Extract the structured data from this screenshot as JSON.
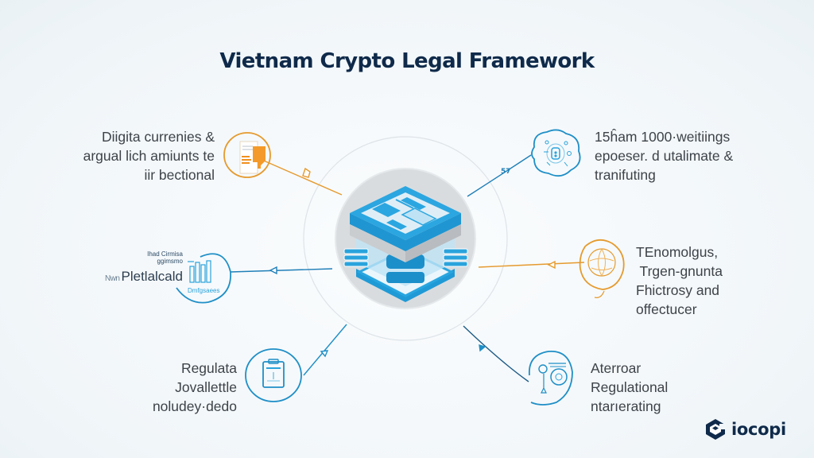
{
  "title": "Vietnam Crypto Legal Framework",
  "colors": {
    "title": "#0f2a4a",
    "blue_accent": "#1f8fc7",
    "orange_accent": "#e59a2e",
    "center_disc": "#d9dcdf",
    "text": "#3d4349"
  },
  "center": {
    "icon": "layered-document-stack-icon"
  },
  "nodes": [
    {
      "id": "top-left",
      "icon": "document-chart-icon",
      "color": "orange",
      "lines": [
        "Diigita currenies &",
        "argual lich amiunts te",
        "iir bectional"
      ]
    },
    {
      "id": "top-right",
      "icon": "lock-network-icon",
      "color": "blue",
      "connector_label": "57",
      "lines": [
        "15ĥam 1000·weitiings",
        "epoeser. d utalimate &",
        "tranifuting"
      ]
    },
    {
      "id": "mid-left",
      "icon": "bar-chart-icon",
      "color": "blue",
      "mini_lines": [
        "Ihad Cirmisa",
        "ggimsmo"
      ],
      "prefix": "Nwn",
      "main": "Pletlalcald",
      "icon_caption": "Dmfgsaees"
    },
    {
      "id": "mid-right",
      "icon": "globe-icon",
      "color": "orange",
      "lines": [
        "TEnomolgus,",
        " Trgen-gnunta",
        "Fhictrosy and",
        "offectucer"
      ]
    },
    {
      "id": "bottom-left",
      "icon": "clipboard-icon",
      "color": "blue",
      "lines": [
        "Regulata",
        "Jovallettle",
        "noludey·dedo"
      ]
    },
    {
      "id": "bottom-right",
      "icon": "gear-shield-icon",
      "color": "blue",
      "lines": [
        "Aterroar",
        "Regulational",
        "ntarıerating"
      ]
    }
  ],
  "brand": {
    "logo_icon": "hexagon-logo-icon",
    "name": "iocopi"
  }
}
